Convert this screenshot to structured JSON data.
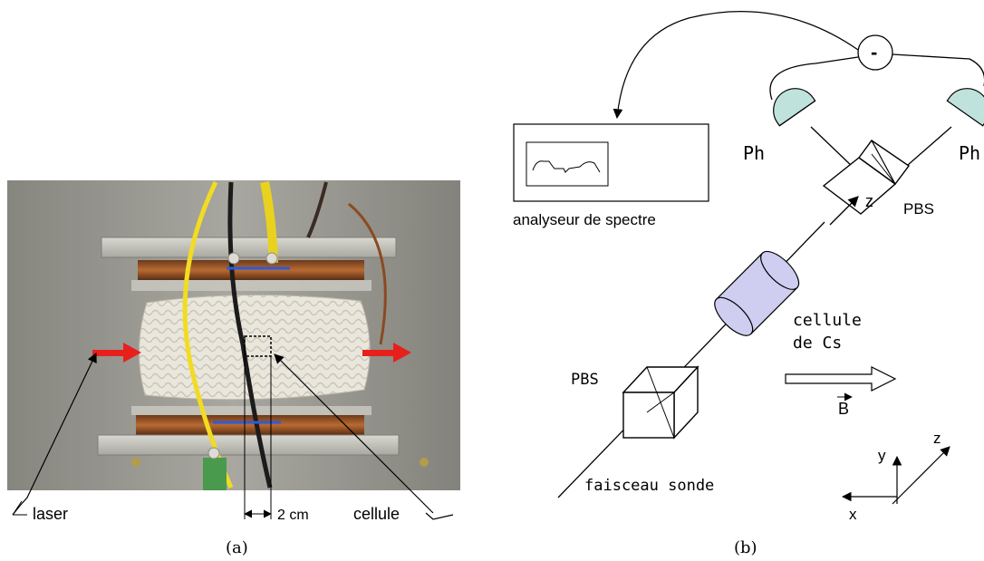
{
  "panel_a": {
    "caption": "(a)",
    "labels": {
      "laser": "laser",
      "cellule": "cellule",
      "scale": "2 cm"
    },
    "arrow_color": "#e8201c"
  },
  "panel_b": {
    "caption": "(b)",
    "labels": {
      "analyzer": "analyseur de spectre",
      "ph_left": "Ph",
      "ph_right": "Ph",
      "pbs_top": "PBS",
      "pbs_bottom": "PBS",
      "cell_line1": "cellule",
      "cell_line2": "de Cs",
      "field": "B",
      "probe": "faisceau sonde",
      "minus": "-",
      "beam_axis": "z",
      "axis_x": "x",
      "axis_y": "y",
      "axis_z": "z"
    },
    "colors": {
      "photodiode": "#bfe3dc",
      "cell": "#cfcdf0"
    }
  }
}
